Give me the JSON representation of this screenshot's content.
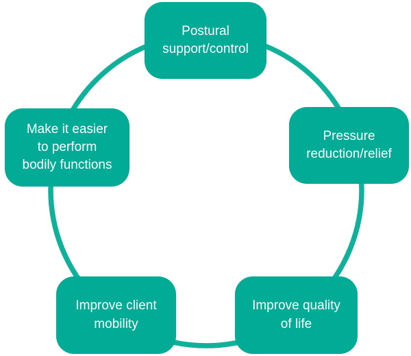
{
  "diagram": {
    "type": "cycle",
    "nodes": [
      {
        "id": "postural-support",
        "position": "top",
        "label": "Postural\nsupport/control"
      },
      {
        "id": "pressure-reduction",
        "position": "right",
        "label": "Pressure\nreduction/relief"
      },
      {
        "id": "improve-quality-of-life",
        "position": "bottom-right",
        "label": "Improve quality\nof life"
      },
      {
        "id": "improve-client-mobility",
        "position": "bottom-left",
        "label": "Improve client\nmobility"
      },
      {
        "id": "bodily-functions",
        "position": "left",
        "label": "Make it easier\nto perform\nbodily functions"
      }
    ],
    "colors": {
      "node_fill": "#01ab96",
      "ring_stroke": "#10b09a",
      "label_text": "#ffffff",
      "background": "#ffffff"
    }
  }
}
